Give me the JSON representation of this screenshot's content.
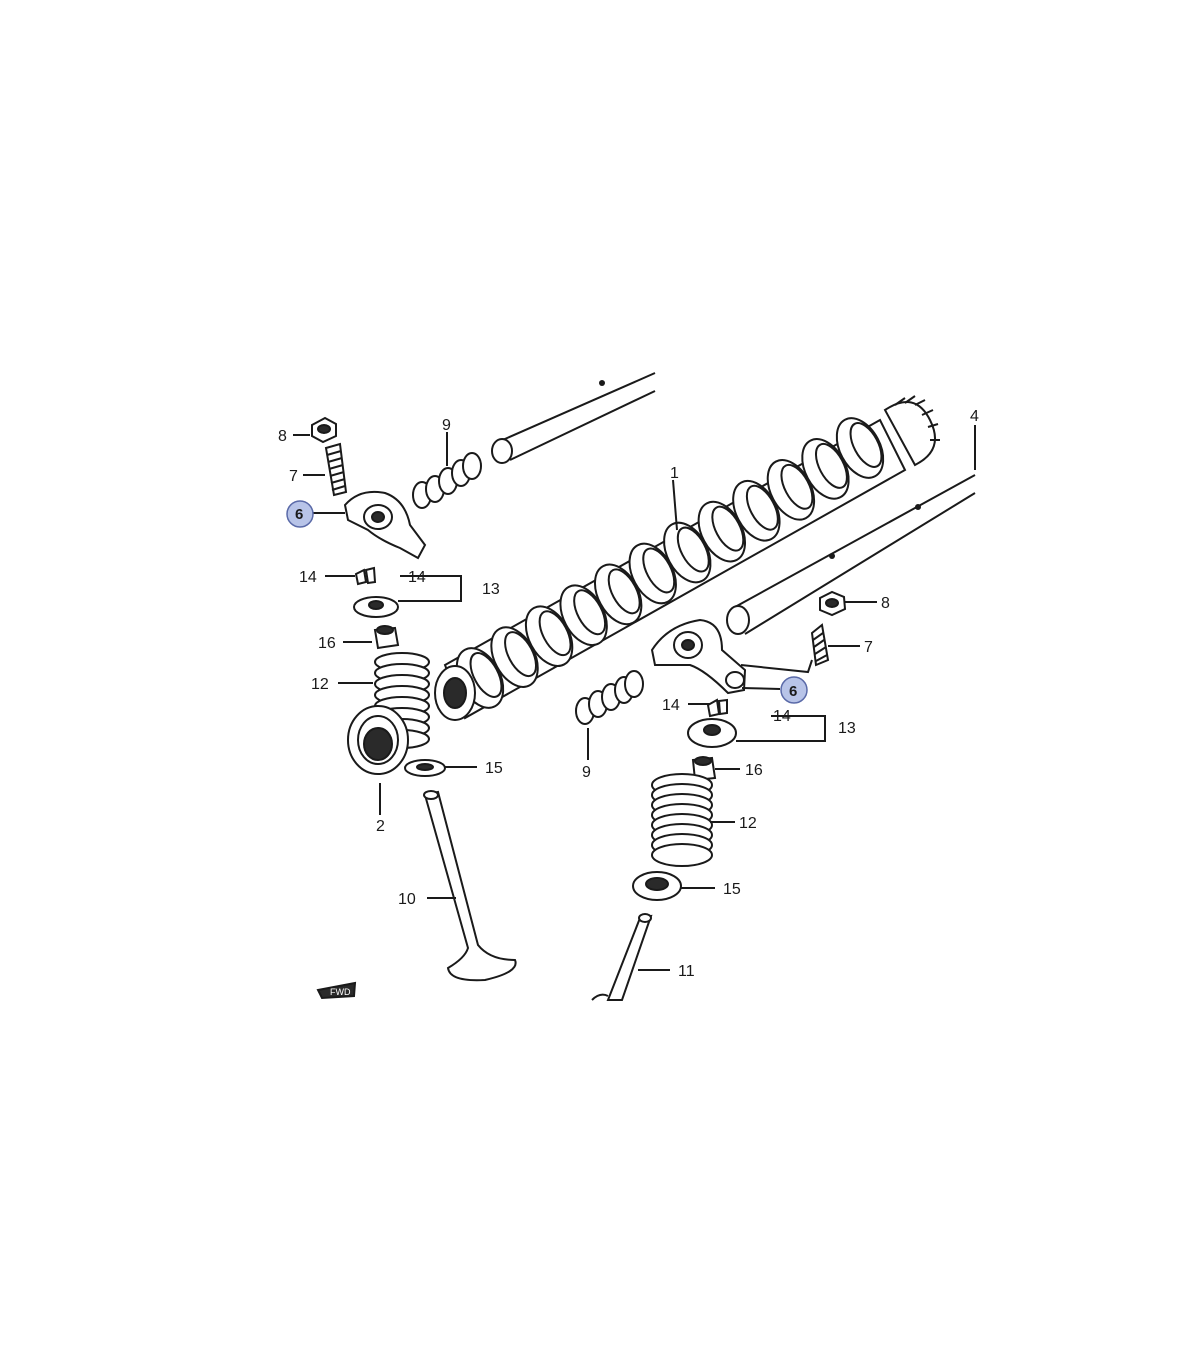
{
  "highlight_color": "#b8c4e8",
  "callouts": {
    "c1": "1",
    "c2": "2",
    "c4": "4",
    "c6a": "6",
    "c6b": "6",
    "c7a": "7",
    "c7b": "7",
    "c8a": "8",
    "c8b": "8",
    "c9a": "9",
    "c9b": "9",
    "c10": "10",
    "c11": "11",
    "c12a": "12",
    "c12b": "12",
    "c13a": "13",
    "c13b": "13",
    "c14a": "14",
    "c14b": "14",
    "c14c": "14",
    "c14d": "14",
    "c15a": "15",
    "c15b": "15",
    "c16a": "16",
    "c16b": "16"
  },
  "icons": {
    "fwd_mark": "arrow-stamp-icon"
  }
}
